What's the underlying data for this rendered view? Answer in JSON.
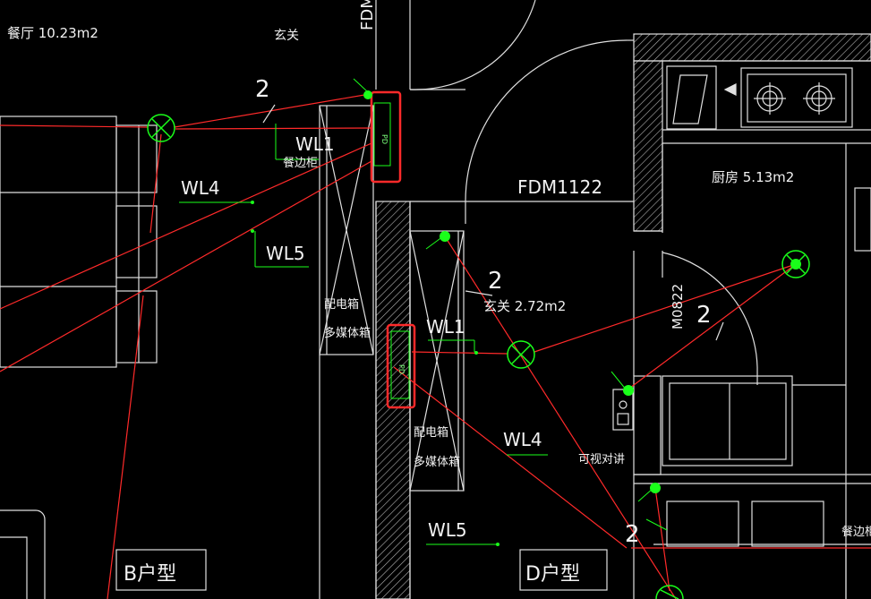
{
  "labels": {
    "dining_room": "餐厅  10.23m2",
    "entry_top": "玄关",
    "fdm_top": "FDMI",
    "fdm1122": "FDM1122",
    "kitchen": "厨房  5.13m2",
    "m0822": "M0822",
    "entry_area": "玄关  2.72m2",
    "sideboard_left": "餐边柜",
    "sideboard_right": "餐边柜",
    "dist_box_left": "配电箱",
    "media_box_left": "多媒体箱",
    "dist_box_right": "配电箱",
    "media_box_right": "多媒体箱",
    "intercom": "可视对讲",
    "type_b": "B户型",
    "type_d": "D户型",
    "pd_left": "PD",
    "pd_right": "PD"
  },
  "circuits": {
    "wl1_upper": "WL1",
    "wl4_upper": "WL4",
    "wl5_upper": "WL5",
    "wl1_lower": "WL1",
    "wl4_lower": "WL4",
    "wl5_lower": "WL5"
  },
  "wire_counts": {
    "top_left": "2",
    "entry": "2",
    "kitchen": "2",
    "bottom": "2"
  },
  "colors": {
    "background": "#000000",
    "wall": "#e0e0e0",
    "wiring": "#ff2a2a",
    "fixture": "#1aff1a",
    "highlight": "#ff2a2a",
    "label": "#f2f2f2"
  }
}
